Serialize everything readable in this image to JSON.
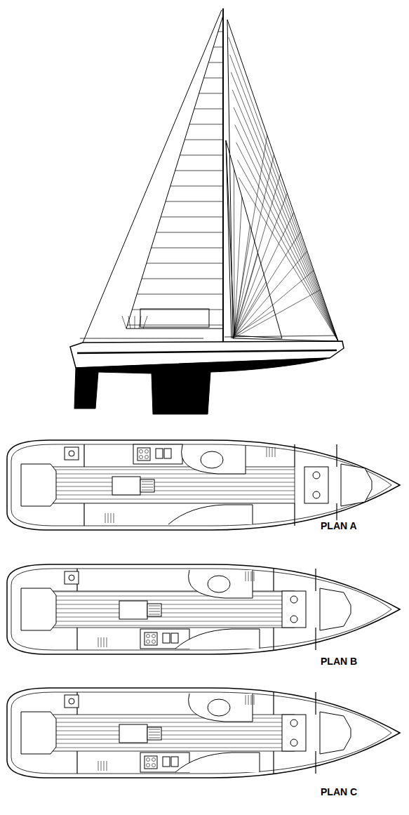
{
  "diagram": {
    "labels": [
      "PLAN A",
      "PLAN B",
      "PLAN C"
    ]
  }
}
